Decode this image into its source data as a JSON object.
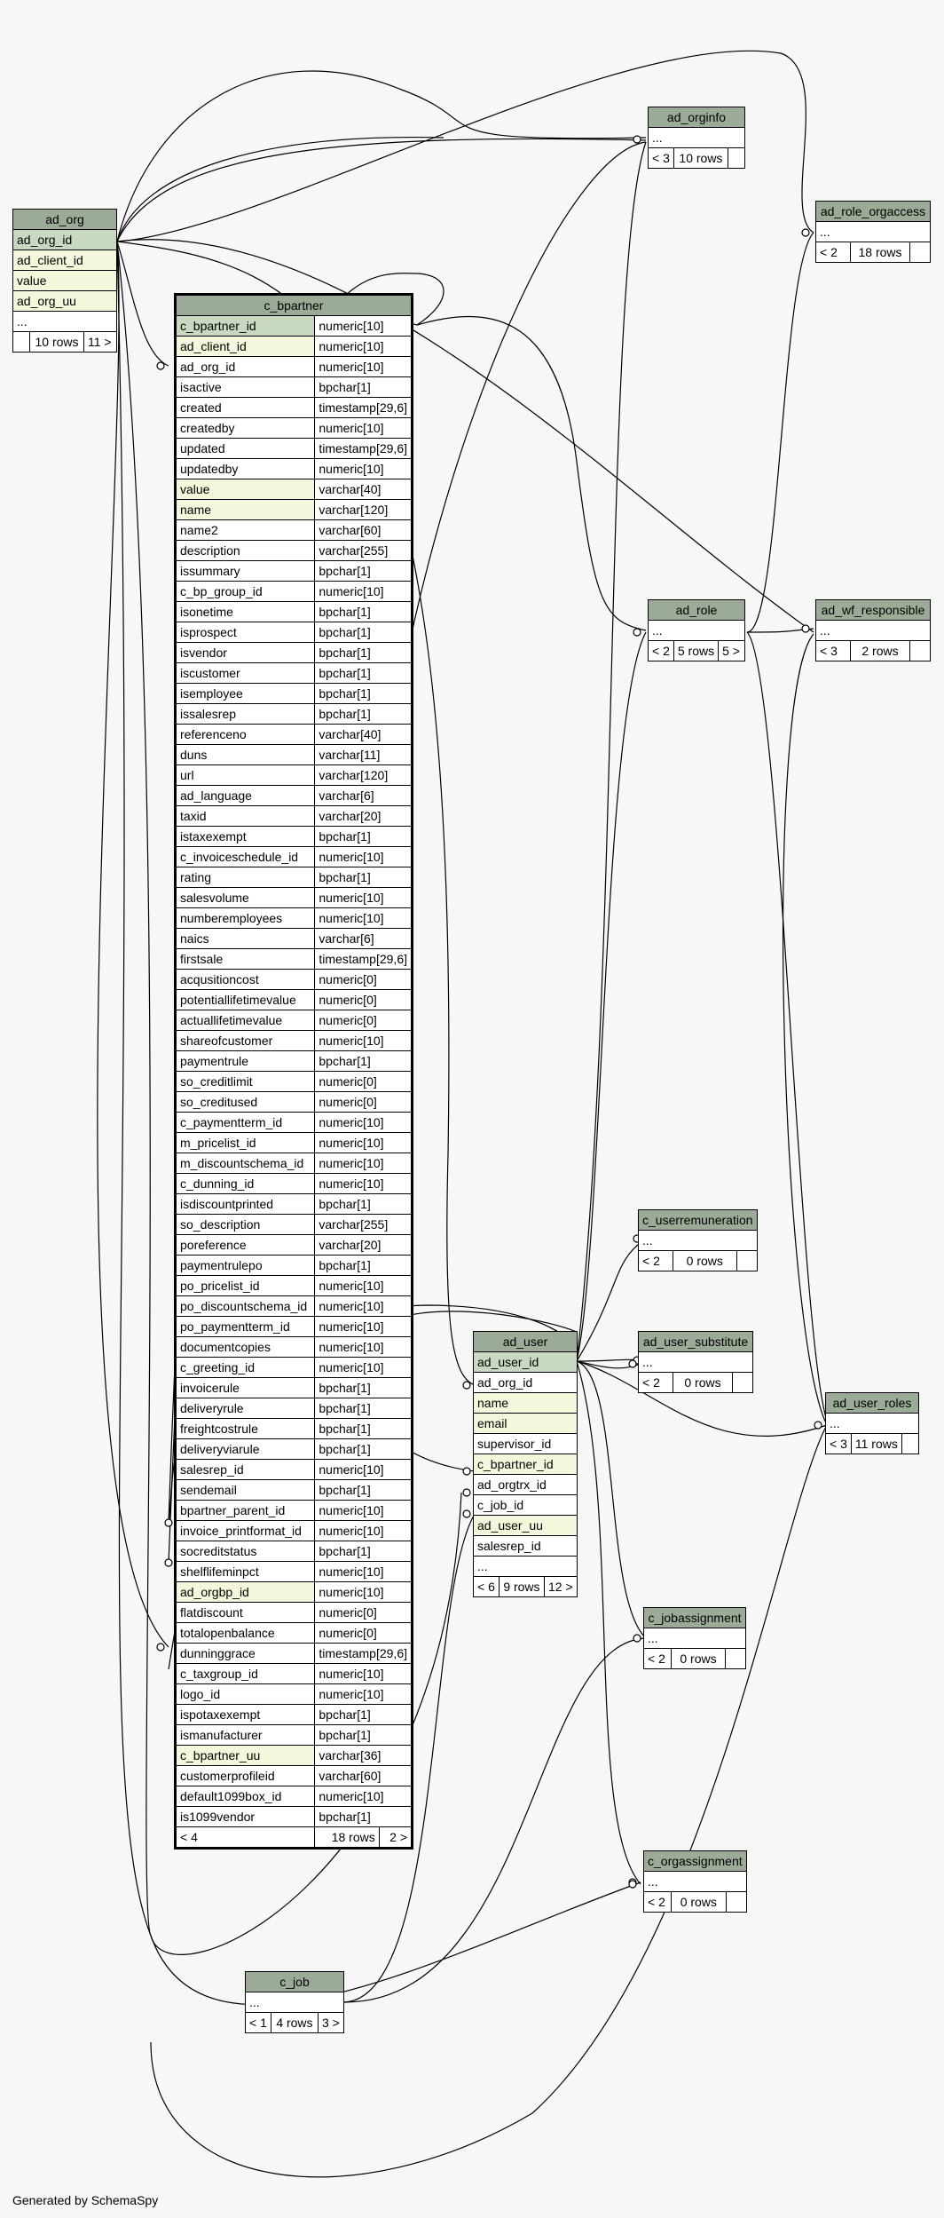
{
  "footer": "Generated by SchemaSpy",
  "tables": {
    "ad_orginfo": {
      "name": "ad_orginfo",
      "cols": [
        "..."
      ],
      "foot": [
        "< 3",
        "10 rows",
        ""
      ]
    },
    "ad_role_orgaccess": {
      "name": "ad_role_orgaccess",
      "cols": [
        "..."
      ],
      "foot": [
        "< 2",
        "18 rows",
        ""
      ]
    },
    "ad_org": {
      "name": "ad_org",
      "cols": [
        {
          "n": "ad_org_id",
          "k": "pk"
        },
        {
          "n": "ad_client_id",
          "k": "ix"
        },
        {
          "n": "value",
          "k": "ix"
        },
        {
          "n": "ad_org_uu",
          "k": "ix"
        },
        {
          "n": "...",
          "k": ""
        }
      ],
      "foot": [
        "",
        "10 rows",
        "11 >"
      ]
    },
    "c_bpartner": {
      "name": "c_bpartner",
      "cols": [
        {
          "n": "c_bpartner_id",
          "t": "numeric[10]",
          "k": "pk"
        },
        {
          "n": "ad_client_id",
          "t": "numeric[10]",
          "k": "ix"
        },
        {
          "n": "ad_org_id",
          "t": "numeric[10]",
          "k": ""
        },
        {
          "n": "isactive",
          "t": "bpchar[1]",
          "k": ""
        },
        {
          "n": "created",
          "t": "timestamp[29,6]",
          "k": ""
        },
        {
          "n": "createdby",
          "t": "numeric[10]",
          "k": ""
        },
        {
          "n": "updated",
          "t": "timestamp[29,6]",
          "k": ""
        },
        {
          "n": "updatedby",
          "t": "numeric[10]",
          "k": ""
        },
        {
          "n": "value",
          "t": "varchar[40]",
          "k": "ix"
        },
        {
          "n": "name",
          "t": "varchar[120]",
          "k": "ix"
        },
        {
          "n": "name2",
          "t": "varchar[60]",
          "k": ""
        },
        {
          "n": "description",
          "t": "varchar[255]",
          "k": ""
        },
        {
          "n": "issummary",
          "t": "bpchar[1]",
          "k": ""
        },
        {
          "n": "c_bp_group_id",
          "t": "numeric[10]",
          "k": ""
        },
        {
          "n": "isonetime",
          "t": "bpchar[1]",
          "k": ""
        },
        {
          "n": "isprospect",
          "t": "bpchar[1]",
          "k": ""
        },
        {
          "n": "isvendor",
          "t": "bpchar[1]",
          "k": ""
        },
        {
          "n": "iscustomer",
          "t": "bpchar[1]",
          "k": ""
        },
        {
          "n": "isemployee",
          "t": "bpchar[1]",
          "k": ""
        },
        {
          "n": "issalesrep",
          "t": "bpchar[1]",
          "k": ""
        },
        {
          "n": "referenceno",
          "t": "varchar[40]",
          "k": ""
        },
        {
          "n": "duns",
          "t": "varchar[11]",
          "k": ""
        },
        {
          "n": "url",
          "t": "varchar[120]",
          "k": ""
        },
        {
          "n": "ad_language",
          "t": "varchar[6]",
          "k": ""
        },
        {
          "n": "taxid",
          "t": "varchar[20]",
          "k": ""
        },
        {
          "n": "istaxexempt",
          "t": "bpchar[1]",
          "k": ""
        },
        {
          "n": "c_invoiceschedule_id",
          "t": "numeric[10]",
          "k": ""
        },
        {
          "n": "rating",
          "t": "bpchar[1]",
          "k": ""
        },
        {
          "n": "salesvolume",
          "t": "numeric[10]",
          "k": ""
        },
        {
          "n": "numberemployees",
          "t": "numeric[10]",
          "k": ""
        },
        {
          "n": "naics",
          "t": "varchar[6]",
          "k": ""
        },
        {
          "n": "firstsale",
          "t": "timestamp[29,6]",
          "k": ""
        },
        {
          "n": "acqusitioncost",
          "t": "numeric[0]",
          "k": ""
        },
        {
          "n": "potentiallifetimevalue",
          "t": "numeric[0]",
          "k": ""
        },
        {
          "n": "actuallifetimevalue",
          "t": "numeric[0]",
          "k": ""
        },
        {
          "n": "shareofcustomer",
          "t": "numeric[10]",
          "k": ""
        },
        {
          "n": "paymentrule",
          "t": "bpchar[1]",
          "k": ""
        },
        {
          "n": "so_creditlimit",
          "t": "numeric[0]",
          "k": ""
        },
        {
          "n": "so_creditused",
          "t": "numeric[0]",
          "k": ""
        },
        {
          "n": "c_paymentterm_id",
          "t": "numeric[10]",
          "k": ""
        },
        {
          "n": "m_pricelist_id",
          "t": "numeric[10]",
          "k": ""
        },
        {
          "n": "m_discountschema_id",
          "t": "numeric[10]",
          "k": ""
        },
        {
          "n": "c_dunning_id",
          "t": "numeric[10]",
          "k": ""
        },
        {
          "n": "isdiscountprinted",
          "t": "bpchar[1]",
          "k": ""
        },
        {
          "n": "so_description",
          "t": "varchar[255]",
          "k": ""
        },
        {
          "n": "poreference",
          "t": "varchar[20]",
          "k": ""
        },
        {
          "n": "paymentrulepo",
          "t": "bpchar[1]",
          "k": ""
        },
        {
          "n": "po_pricelist_id",
          "t": "numeric[10]",
          "k": ""
        },
        {
          "n": "po_discountschema_id",
          "t": "numeric[10]",
          "k": ""
        },
        {
          "n": "po_paymentterm_id",
          "t": "numeric[10]",
          "k": ""
        },
        {
          "n": "documentcopies",
          "t": "numeric[10]",
          "k": ""
        },
        {
          "n": "c_greeting_id",
          "t": "numeric[10]",
          "k": ""
        },
        {
          "n": "invoicerule",
          "t": "bpchar[1]",
          "k": ""
        },
        {
          "n": "deliveryrule",
          "t": "bpchar[1]",
          "k": ""
        },
        {
          "n": "freightcostrule",
          "t": "bpchar[1]",
          "k": ""
        },
        {
          "n": "deliveryviarule",
          "t": "bpchar[1]",
          "k": ""
        },
        {
          "n": "salesrep_id",
          "t": "numeric[10]",
          "k": ""
        },
        {
          "n": "sendemail",
          "t": "bpchar[1]",
          "k": ""
        },
        {
          "n": "bpartner_parent_id",
          "t": "numeric[10]",
          "k": ""
        },
        {
          "n": "invoice_printformat_id",
          "t": "numeric[10]",
          "k": ""
        },
        {
          "n": "socreditstatus",
          "t": "bpchar[1]",
          "k": ""
        },
        {
          "n": "shelflifeminpct",
          "t": "numeric[10]",
          "k": ""
        },
        {
          "n": "ad_orgbp_id",
          "t": "numeric[10]",
          "k": "ix"
        },
        {
          "n": "flatdiscount",
          "t": "numeric[0]",
          "k": ""
        },
        {
          "n": "totalopenbalance",
          "t": "numeric[0]",
          "k": ""
        },
        {
          "n": "dunninggrace",
          "t": "timestamp[29,6]",
          "k": ""
        },
        {
          "n": "c_taxgroup_id",
          "t": "numeric[10]",
          "k": ""
        },
        {
          "n": "logo_id",
          "t": "numeric[10]",
          "k": ""
        },
        {
          "n": "ispotaxexempt",
          "t": "bpchar[1]",
          "k": ""
        },
        {
          "n": "ismanufacturer",
          "t": "bpchar[1]",
          "k": ""
        },
        {
          "n": "c_bpartner_uu",
          "t": "varchar[36]",
          "k": "ix"
        },
        {
          "n": "customerprofileid",
          "t": "varchar[60]",
          "k": ""
        },
        {
          "n": "default1099box_id",
          "t": "numeric[10]",
          "k": ""
        },
        {
          "n": "is1099vendor",
          "t": "bpchar[1]",
          "k": ""
        }
      ],
      "foot": [
        "< 4",
        "18 rows",
        "2 >"
      ]
    },
    "ad_role": {
      "name": "ad_role",
      "cols": [
        "..."
      ],
      "foot": [
        "< 2",
        "5 rows",
        "5 >"
      ]
    },
    "ad_wf_responsible": {
      "name": "ad_wf_responsible",
      "cols": [
        "..."
      ],
      "foot": [
        "< 3",
        "2 rows",
        ""
      ]
    },
    "c_userremuneration": {
      "name": "c_userremuneration",
      "cols": [
        "..."
      ],
      "foot": [
        "< 2",
        "0 rows",
        ""
      ]
    },
    "ad_user_substitute": {
      "name": "ad_user_substitute",
      "cols": [
        "..."
      ],
      "foot": [
        "< 2",
        "0 rows",
        ""
      ]
    },
    "ad_user": {
      "name": "ad_user",
      "cols": [
        {
          "n": "ad_user_id",
          "k": "pk"
        },
        {
          "n": "ad_org_id",
          "k": ""
        },
        {
          "n": "name",
          "k": "ix"
        },
        {
          "n": "email",
          "k": "ix"
        },
        {
          "n": "supervisor_id",
          "k": ""
        },
        {
          "n": "c_bpartner_id",
          "k": "ix"
        },
        {
          "n": "ad_orgtrx_id",
          "k": ""
        },
        {
          "n": "c_job_id",
          "k": ""
        },
        {
          "n": "ad_user_uu",
          "k": "ix"
        },
        {
          "n": "salesrep_id",
          "k": ""
        },
        {
          "n": "...",
          "k": ""
        }
      ],
      "foot": [
        "< 6",
        "9 rows",
        "12 >"
      ]
    },
    "ad_user_roles": {
      "name": "ad_user_roles",
      "cols": [
        "..."
      ],
      "foot": [
        "< 3",
        "11 rows",
        ""
      ]
    },
    "c_jobassignment": {
      "name": "c_jobassignment",
      "cols": [
        "..."
      ],
      "foot": [
        "< 2",
        "0 rows",
        ""
      ]
    },
    "c_orgassignment": {
      "name": "c_orgassignment",
      "cols": [
        "..."
      ],
      "foot": [
        "< 2",
        "0 rows",
        ""
      ]
    },
    "c_job": {
      "name": "c_job",
      "cols": [
        "..."
      ],
      "foot": [
        "< 1",
        "4 rows",
        "3 >"
      ]
    }
  }
}
